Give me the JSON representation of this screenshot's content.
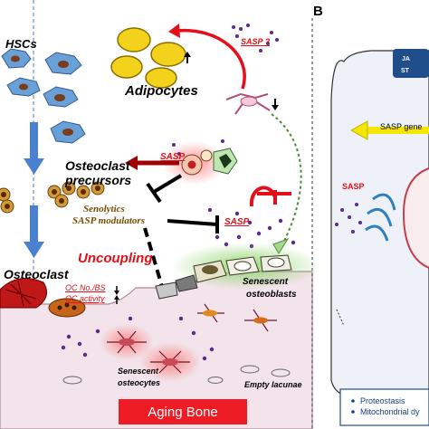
{
  "panel_b_letter": "B",
  "labels": {
    "hscs": "HSCs",
    "adipocytes": "Adipocytes",
    "sasp_question": "SASP ?",
    "sasp_top": "SASP",
    "osteoclast_precursors_line1": "Osteoclast",
    "osteoclast_precursors_line2": "precursors",
    "senolytics_line1": "Senolytics",
    "senolytics_line2": "SASP modulators",
    "sasp_mid": "SASP",
    "uncoupling": "Uncoupling",
    "osteoclast": "Osteoclast",
    "oc_number": "OC No./BS",
    "oc_activity": "OC activity",
    "senescent_osteoblasts_line1": "Senescent",
    "senescent_osteoblasts_line2": "osteoblasts",
    "senescent_osteocytes_line1": "Senescent",
    "senescent_osteocytes_line2": "osteocytes",
    "empty_lacunae": "Empty lacunae",
    "aging_bone": "Aging Bone"
  },
  "panel_b": {
    "ja_box_line1": "JA",
    "ja_box_line2": "ST",
    "sasp_gene": "SASP gene",
    "sasp": "SASP",
    "bullet_1": "Proteostasis",
    "bullet_2": "Mitochondrial dy"
  },
  "colors": {
    "accent_red": "#e3101a",
    "banner_red": "#ee1c24",
    "arrow_blue": "#4a80d0",
    "hsc_blue": "#5b9bd5",
    "adipocyte_yellow": "#f2d21b",
    "bone_pink": "#f2e4ea",
    "osteoblast_green_glow": "#7fd05a",
    "panel_b_yellow_arrow": "#f5e600"
  },
  "icons": {
    "up_arrow": "up-arrow-icon",
    "down_arrow": "down-arrow-icon",
    "inhibit_bar": "inhibition-icon"
  }
}
